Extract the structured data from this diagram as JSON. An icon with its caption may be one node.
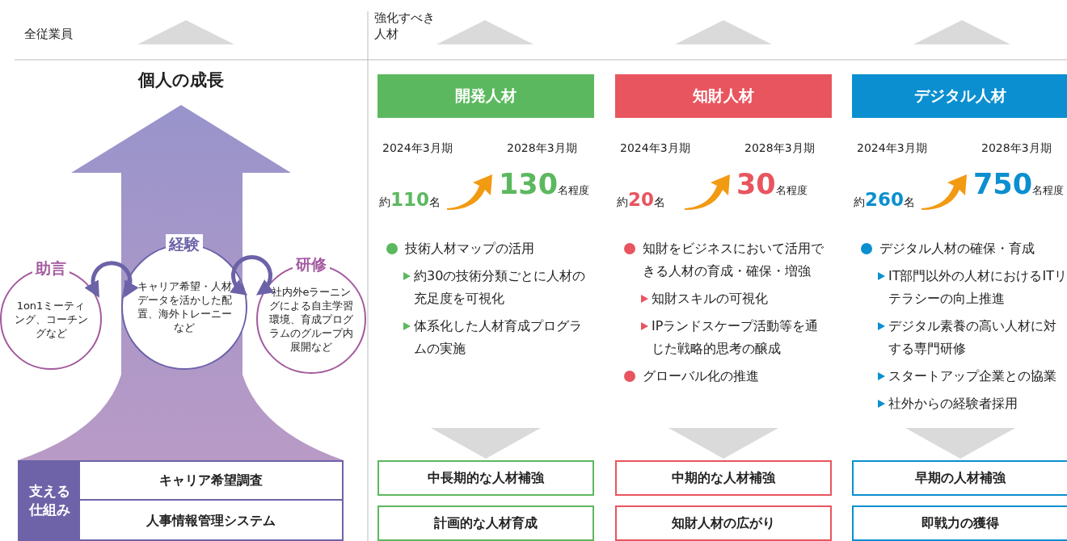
{
  "diagram": {
    "nodes": [
      {
        "text": [
          "個人の成長"
        ]
      },
      {
        "text": [
          "助言",
          "1on1ミーティング、コーチングなど"
        ]
      },
      {
        "text": [
          "経験",
          "キャリア希望・人材データを活かした配置、海外トレーニーなど"
        ],
        "in": 0
      },
      {
        "text": [
          "研修",
          "社内外eラーニングによる自主学習環境、育成プログラムのグループ内展開など"
        ]
      },
      {
        "text": [
          "支える仕組み"
        ]
      },
      {
        "text": [
          "キャリア希望調査"
        ],
        "in": 4
      },
      {
        "text": [
          "人事情報管理システム"
        ],
        "in": 4
      },
      {
        "text": [
          "開発人材"
        ],
        "beside": [
          "2024年3月期",
          "2028年3月期",
          "約110名",
          "130名程度",
          "技術人材マップの活用",
          "約30の技術分類ごとに人材の充足度を可視化",
          "体系化した人材育成プログラムの実施"
        ]
      },
      {
        "text": [
          "中長期的な人材補強"
        ]
      },
      {
        "text": [
          "計画的な人材育成"
        ]
      },
      {
        "text": [
          "知財人材"
        ],
        "beside": [
          "2024年3月期",
          "2028年3月期",
          "約20名",
          "30名程度",
          "知財をビジネスにおいて活用できる人材の育成・確保・増強",
          "知財スキルの可視化",
          "IPランドスケープ活動等を通じた戦略的思考の醸成",
          "グローバル化の推進"
        ]
      },
      {
        "text": [
          "中期的な人材補強"
        ]
      },
      {
        "text": [
          "知財人材の広がり"
        ]
      },
      {
        "text": [
          "デジタル人材"
        ],
        "beside": [
          "2024年3月期",
          "2028年3月期",
          "約260名",
          "750名程度",
          "デジタル人材の確保・育成",
          "IT部門以外の人材におけるITリテラシーの向上推進",
          "デジタル素養の高い人材に対する専門研修",
          "スタートアップ企業との協業",
          "社外からの経験者採用"
        ]
      },
      {
        "text": [
          "早期の人材補強"
        ]
      },
      {
        "text": [
          "即戦力の獲得"
        ]
      }
    ],
    "edges": [
      {
        "from": 1,
        "to": 2,
        "arrow": "both"
      },
      {
        "from": 2,
        "to": 3,
        "arrow": "both"
      },
      {
        "from": 7,
        "to": 8,
        "arrow": "to"
      },
      {
        "from": 10,
        "to": 11,
        "arrow": "to"
      },
      {
        "from": 13,
        "to": 14,
        "arrow": "to"
      }
    ],
    "labels": [
      "全従業員",
      "強化すべき人材"
    ]
  }
}
